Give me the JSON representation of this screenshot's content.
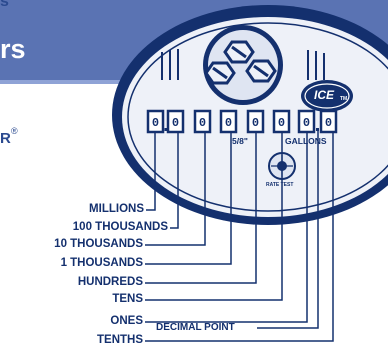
{
  "header": {
    "title_fragment_top": "s",
    "title_fragment": "rs",
    "registered_fragment": "R",
    "registered_mark": "®"
  },
  "meter": {
    "brand": "ICE",
    "brand_mark": "TM",
    "fraction_label": "5/8\"",
    "units_label": "GALLONS",
    "knob_label": "RATE TEST",
    "odometer_digits": [
      "0",
      "0",
      "0",
      "0",
      "0",
      "0",
      "0",
      "0"
    ],
    "colors": {
      "banner": "#5a73b3",
      "body_fill": "#eef1f8",
      "outline": "#14306e",
      "label_text": "#14306e"
    }
  },
  "callouts": {
    "millions": "MILLIONS",
    "hundred_thousands": "100 THOUSANDS",
    "ten_thousands": "10 THOUSANDS",
    "thousands": "1 THOUSANDS",
    "hundreds": "HUNDREDS",
    "tens": "TENS",
    "ones": "ONES",
    "tenths": "TENTHS",
    "decimal_point": "DECIMAL POINT"
  }
}
